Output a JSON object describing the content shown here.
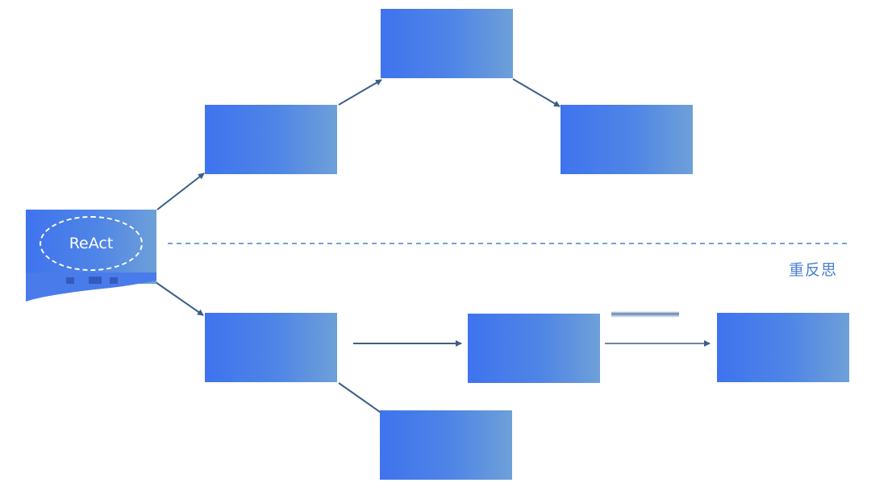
{
  "diagram": {
    "root_node": {
      "label": "ReAct"
    },
    "divider": {
      "label": "重反思"
    },
    "colors": {
      "node_fill_start": "#3f73ee",
      "node_fill_end": "#6ea0d8",
      "connector": "#3a5f86",
      "divider": "#4a7fd0",
      "label_text": "#ffffff"
    },
    "nodes": [
      {
        "id": "root"
      },
      {
        "id": "upper-branch-1"
      },
      {
        "id": "upper-branch-2"
      },
      {
        "id": "upper-branch-3"
      },
      {
        "id": "lower-branch-1"
      },
      {
        "id": "lower-branch-2"
      },
      {
        "id": "lower-branch-3"
      },
      {
        "id": "lower-branch-4"
      }
    ],
    "edges": [
      {
        "from": "root",
        "to": "upper-branch-1"
      },
      {
        "from": "upper-branch-1",
        "to": "upper-branch-2"
      },
      {
        "from": "upper-branch-2",
        "to": "upper-branch-3"
      },
      {
        "from": "root",
        "to": "lower-branch-1"
      },
      {
        "from": "lower-branch-1",
        "to": "lower-branch-2"
      },
      {
        "from": "lower-branch-2",
        "to": "lower-branch-3"
      },
      {
        "from": "lower-branch-1",
        "to": "lower-branch-4"
      }
    ]
  }
}
